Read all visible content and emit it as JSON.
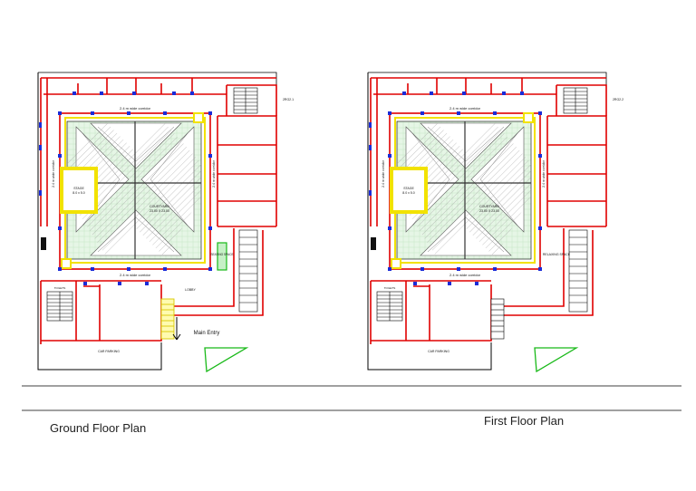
{
  "captions": {
    "ground": "Ground Floor Plan",
    "first": "First Floor Plan"
  },
  "ground_plan": {
    "top_corridor": "2.4 m wide corridor",
    "bottom_corridor": "2.4 m wide corridor",
    "left_corridor": "2.4 m wide corridor",
    "right_corridor": "2.4 m wide corridor",
    "courtyard": "COURTYARD",
    "courtyard_size": "23.00 X 23.00",
    "stage": "STAGE",
    "stage_size": "8.0 x 5.0",
    "space_label": "SEATING SPACE",
    "lobby": "LOBBY",
    "entry": "Main Entry",
    "parking": "CAR PARKING",
    "stair_note": "2RG2.1",
    "toilet_label": "TOILETS"
  },
  "first_plan": {
    "top_corridor": "2.4 m wide corridor",
    "bottom_corridor": "2.4 m wide corridor",
    "left_corridor": "2.4 m wide corridor",
    "right_corridor": "2.4 m wide corridor",
    "courtyard": "COURTYARD",
    "courtyard_size": "23.00 X 23.00",
    "stage": "STAGE",
    "stage_size": "8.0 x 5.0",
    "space_label": "RELAXING SPACE",
    "parking": "CAR PARKING",
    "stair_note": "2RG2.2",
    "toilet_label": "TOILETS"
  }
}
